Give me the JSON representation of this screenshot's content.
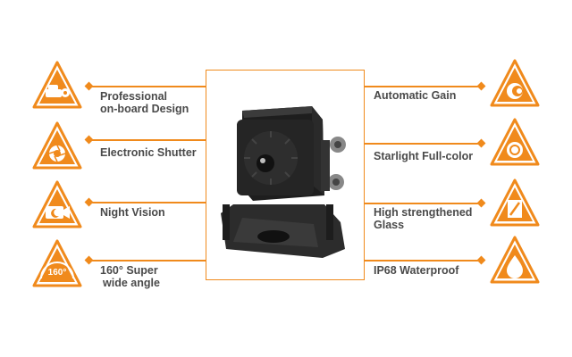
{
  "colors": {
    "accent": "#f08a1c",
    "text": "#4a4a4a"
  },
  "features_left": [
    {
      "icon": "car-camera-icon",
      "line1": "Professional",
      "line2": "on-board Design"
    },
    {
      "icon": "aperture-icon",
      "line1": "Electronic Shutter",
      "line2": ""
    },
    {
      "icon": "night-camera-icon",
      "line1": "Night Vision",
      "line2": ""
    },
    {
      "icon": "wide-angle-icon",
      "line1": " 160° Super",
      "line2": "wide angle",
      "badge": "160°"
    }
  ],
  "features_right": [
    {
      "icon": "gain-icon",
      "line1": "Automatic Gain",
      "line2": ""
    },
    {
      "icon": "lens-icon",
      "line1": "Starlight Full-color",
      "line2": ""
    },
    {
      "icon": "glass-icon",
      "line1": "High strengthened",
      "line2": "Glass"
    },
    {
      "icon": "water-drop-icon",
      "line1": "IP68 Waterproof",
      "line2": ""
    }
  ]
}
